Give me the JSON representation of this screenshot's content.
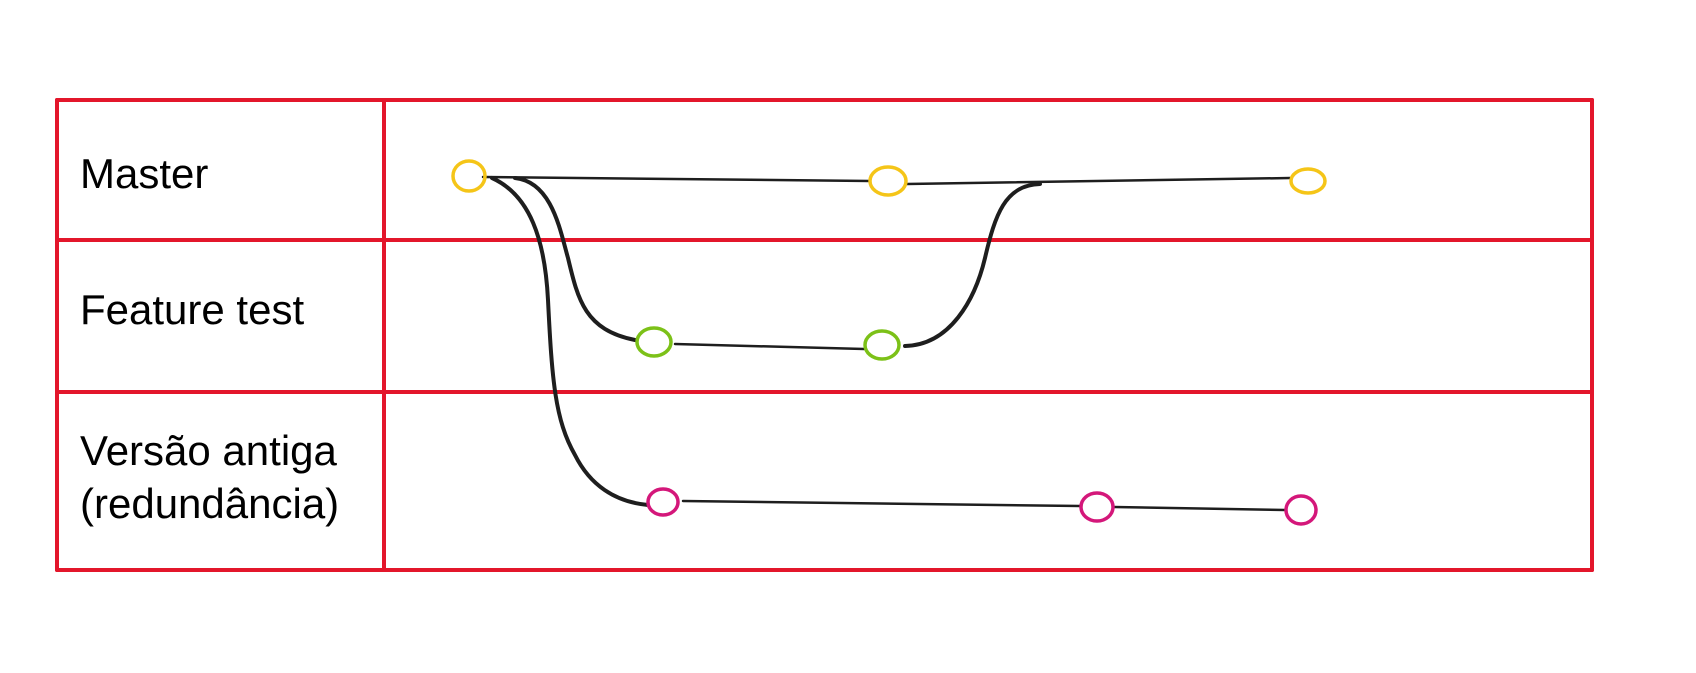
{
  "lanes": [
    {
      "id": "master",
      "label": "Master",
      "commit_color": "#f5c518",
      "commit_count": 3
    },
    {
      "id": "feature-test",
      "label": "Feature test",
      "commit_color": "#7cc118",
      "commit_count": 2
    },
    {
      "id": "versao-antiga",
      "label_line1": "Versão antiga",
      "label_line2": "(redundância)",
      "commit_color": "#d4177a",
      "commit_count": 3
    }
  ],
  "colors": {
    "grid": "#e3162b",
    "branch_line": "#1e1e1e",
    "background": "#ffffff"
  }
}
